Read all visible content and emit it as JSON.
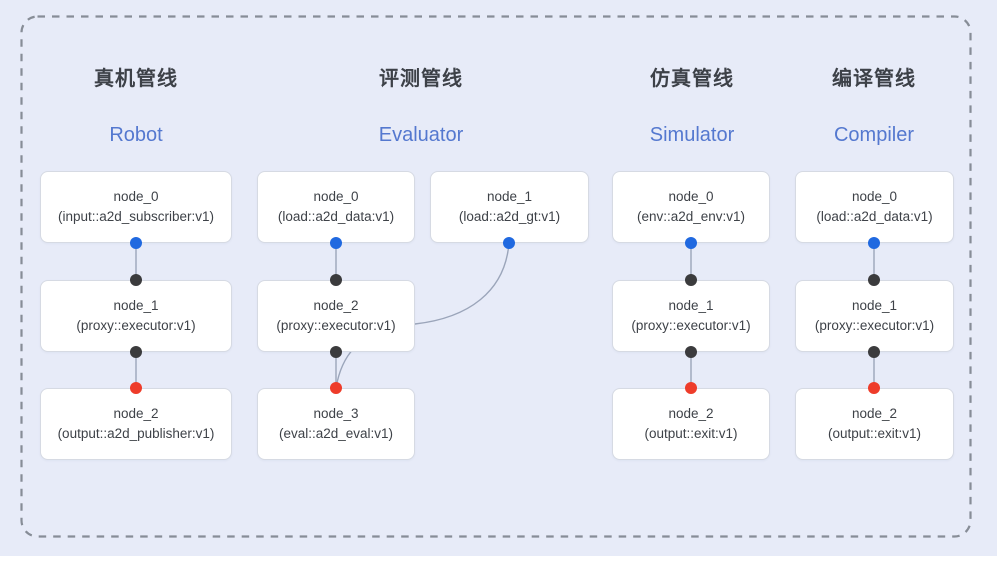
{
  "diagram": {
    "description_colors": {
      "canvas_bg": "#e7ebf8",
      "dashed_border": "#878d97",
      "edge_line": "#9ba5ba",
      "node_bg": "#ffffff",
      "node_border": "#d6dae3",
      "title_cn_color": "#3d4148",
      "title_en_color": "#5478cf",
      "output_port_dot": "#2069e0",
      "connector_port_dot": "#3b3b3d",
      "input_port_dot": "#ee3c2a"
    }
  },
  "pipelines": [
    {
      "id": "robot",
      "title_cn": "真机管线",
      "title_en": "Robot",
      "nodes": [
        {
          "name": "node_0",
          "type": "(input::a2d_subscriber:v1)"
        },
        {
          "name": "node_1",
          "type": "(proxy::executor:v1)"
        },
        {
          "name": "node_2",
          "type": "(output::a2d_publisher:v1)"
        }
      ]
    },
    {
      "id": "evaluator",
      "title_cn": "评测管线",
      "title_en": "Evaluator",
      "nodes": [
        {
          "name": "node_0",
          "type": "(load::a2d_data:v1)"
        },
        {
          "name": "node_1",
          "type": "(load::a2d_gt:v1)"
        },
        {
          "name": "node_2",
          "type": "(proxy::executor:v1)"
        },
        {
          "name": "node_3",
          "type": "(eval::a2d_eval:v1)"
        }
      ]
    },
    {
      "id": "simulator",
      "title_cn": "仿真管线",
      "title_en": "Simulator",
      "nodes": [
        {
          "name": "node_0",
          "type": "(env::a2d_env:v1)"
        },
        {
          "name": "node_1",
          "type": "(proxy::executor:v1)"
        },
        {
          "name": "node_2",
          "type": "(output::exit:v1)"
        }
      ]
    },
    {
      "id": "compiler",
      "title_cn": "编译管线",
      "title_en": "Compiler",
      "nodes": [
        {
          "name": "node_0",
          "type": "(load::a2d_data:v1)"
        },
        {
          "name": "node_1",
          "type": "(proxy::executor:v1)"
        },
        {
          "name": "node_2",
          "type": "(output::exit:v1)"
        }
      ]
    }
  ]
}
